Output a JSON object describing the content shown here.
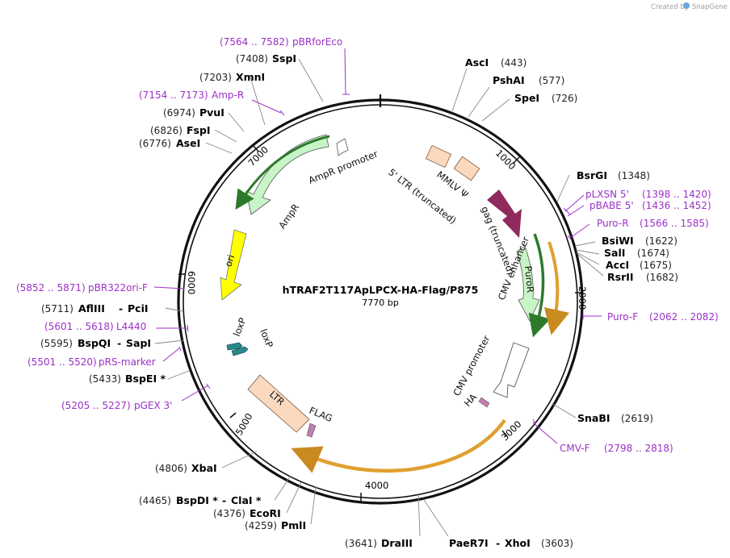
{
  "credit": {
    "prefix": "Created by",
    "brand": "SnapGene"
  },
  "plasmid": {
    "name": "hTRAF2T117ApLPCX-HA-Flag/P875",
    "length": "7770 bp"
  },
  "ticks": [
    "1000",
    "2000",
    "3000",
    "4000",
    "5000",
    "6000",
    "7000"
  ],
  "features": {
    "mmlv_psi": "MMLV Ψ",
    "ltr5": "5' LTR (truncated)",
    "gag": "gag (truncated)",
    "puror": "PuroR",
    "cmv_enhancer": "CMV enhancer",
    "cmv_promoter": "CMV promoter",
    "ha": "HA",
    "flag": "FLAG",
    "ltr": "LTR",
    "loxp1": "loxP",
    "loxp2": "loxP",
    "ori": "ori",
    "ampr": "AmpR",
    "ampr_promoter": "AmpR promoter"
  },
  "sites": {
    "asci": {
      "name": "AscI",
      "pos": "(443)"
    },
    "pshai": {
      "name": "PshAI",
      "pos": "(577)"
    },
    "spei": {
      "name": "SpeI",
      "pos": "(726)"
    },
    "bsrgi": {
      "name": "BsrGI",
      "pos": "(1348)"
    },
    "bsiwi": {
      "name": "BsiWI",
      "pos": "(1622)"
    },
    "sali": {
      "name": "SalI",
      "pos": "(1674)"
    },
    "acci": {
      "name": "AccI",
      "pos": "(1675)"
    },
    "rsrii": {
      "name": "RsrII",
      "pos": "(1682)"
    },
    "snabi": {
      "name": "SnaBI",
      "pos": "(2619)"
    },
    "paer7i": {
      "name": "PaeR7I",
      "sep": "-",
      "name2": "XhoI",
      "pos": "(3603)"
    },
    "draiii": {
      "name": "DraIII",
      "pos": "(3641)"
    },
    "pmli": {
      "name": "PmlI",
      "pos": "(4259)"
    },
    "ecori": {
      "name": "EcoRI",
      "pos": "(4376)"
    },
    "bspdi": {
      "name": "BspDI *",
      "sep": "-",
      "name2": "ClaI *",
      "pos": "(4465)"
    },
    "xbai": {
      "name": "XbaI",
      "pos": "(4806)"
    },
    "bspei": {
      "name": "BspEI *",
      "pos": "(5433)"
    },
    "bspqi": {
      "name": "BspQI",
      "sep": "-",
      "name2": "SapI",
      "pos": "(5595)"
    },
    "aflIII": {
      "name": "AflIII",
      "sep": "-",
      "name2": "PciI",
      "pos": "(5711)"
    },
    "asei": {
      "name": "AseI",
      "pos": "(6776)"
    },
    "fspi": {
      "name": "FspI",
      "pos": "(6826)"
    },
    "pvui": {
      "name": "PvuI",
      "pos": "(6974)"
    },
    "xmni": {
      "name": "XmnI",
      "pos": "(7203)"
    },
    "sspi": {
      "name": "SspI",
      "pos": "(7408)"
    }
  },
  "primers": {
    "pbrforeco": {
      "name": "pBRforEco",
      "pos": "(7564 .. 7582)"
    },
    "ampr": {
      "name": "Amp-R",
      "pos": "(7154 .. 7173)"
    },
    "plxsn5": {
      "name": "pLXSN 5'",
      "pos": "(1398 .. 1420)"
    },
    "pbabe5": {
      "name": "pBABE 5'",
      "pos": "(1436 .. 1452)"
    },
    "puror": {
      "name": "Puro-R",
      "pos": "(1566 .. 1585)"
    },
    "purof": {
      "name": "Puro-F",
      "pos": "(2062 .. 2082)"
    },
    "cmvf": {
      "name": "CMV-F",
      "pos": "(2798 .. 2818)"
    },
    "pbr322ori": {
      "name": "pBR322ori-F",
      "pos": "(5852 .. 5871)"
    },
    "l4440": {
      "name": "L4440",
      "pos": "(5601 .. 5618)"
    },
    "prsmarker": {
      "name": "pRS-marker",
      "pos": "(5501 .. 5520)"
    },
    "pgex3": {
      "name": "pGEX 3'",
      "pos": "(5205 .. 5227)"
    }
  },
  "colors": {
    "backbone": "#111111",
    "primer": "#9b30c8",
    "ori": "#ffff00",
    "ampr": "#c8f5c8",
    "ampr_arc": "#2d7a2d",
    "orange_arc": "#e0a030",
    "gag": "#8e2a5c",
    "ltr": "#fbd9bf",
    "lox": "#2a8a8a",
    "flag": "#c080b0"
  }
}
